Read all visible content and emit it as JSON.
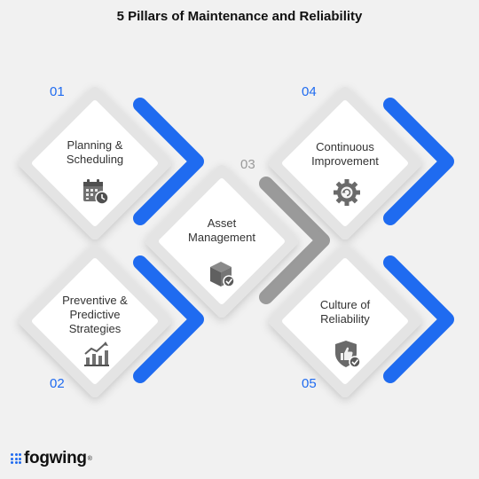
{
  "title": "5 Pillars of Maintenance and Reliability",
  "pillars": [
    {
      "number": "01",
      "label_lines": [
        "Planning &",
        "Scheduling"
      ],
      "icon": "calendar-clock-icon",
      "chevron_color": "#1f6bf0"
    },
    {
      "number": "02",
      "label_lines": [
        "Preventive &",
        "Predictive",
        "Strategies"
      ],
      "icon": "bar-chart-trend-icon",
      "chevron_color": "#1f6bf0"
    },
    {
      "number": "03",
      "label_lines": [
        "Asset",
        "Management"
      ],
      "icon": "box-check-icon",
      "chevron_color": "#9a9a9a"
    },
    {
      "number": "04",
      "label_lines": [
        "Continuous",
        "Improvement"
      ],
      "icon": "gear-refresh-icon",
      "chevron_color": "#1f6bf0"
    },
    {
      "number": "05",
      "label_lines": [
        "Culture of",
        "Reliability"
      ],
      "icon": "shield-thumbs-up-icon",
      "chevron_color": "#1f6bf0"
    }
  ],
  "brand": {
    "name": "fogwing",
    "mark": "®"
  },
  "colors": {
    "accent": "#1f6bf0",
    "gray": "#9a9a9a",
    "background": "#f1f1f1",
    "card": "#ffffff"
  }
}
